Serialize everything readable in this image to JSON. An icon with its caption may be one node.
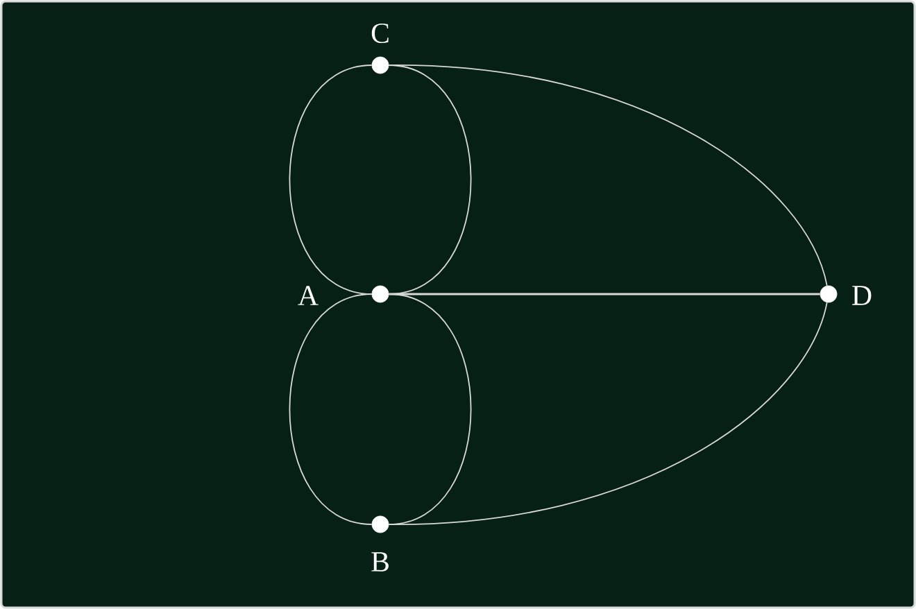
{
  "diagram": {
    "nodes": [
      {
        "text": [],
        "shape": "circle",
        "beside": [
          "C"
        ]
      },
      {
        "text": [],
        "shape": "circle",
        "beside": [
          "A"
        ]
      },
      {
        "text": [],
        "shape": "circle",
        "beside": [
          "D"
        ]
      },
      {
        "text": [],
        "shape": "circle",
        "beside": [
          "B"
        ]
      }
    ],
    "edges": [
      {
        "from": 0,
        "to": 1,
        "arrow": "none"
      },
      {
        "from": 0,
        "to": 1,
        "arrow": "none"
      },
      {
        "from": 1,
        "to": 3,
        "arrow": "none"
      },
      {
        "from": 1,
        "to": 3,
        "arrow": "none"
      },
      {
        "from": 1,
        "to": 2,
        "arrow": "none"
      },
      {
        "from": 0,
        "to": 2,
        "arrow": "none"
      },
      {
        "from": 3,
        "to": 2,
        "arrow": "none"
      }
    ]
  }
}
